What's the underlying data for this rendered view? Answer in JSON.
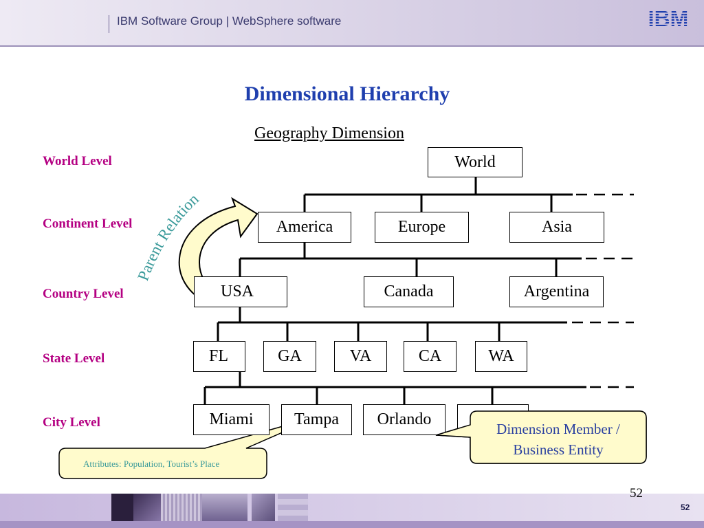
{
  "header": {
    "text": "IBM Software Group | WebSphere software",
    "logo": "IBM"
  },
  "title": "Dimensional Hierarchy",
  "subtitle": "Geography Dimension",
  "levels": [
    "World Level",
    "Continent Level",
    "Country Level",
    "State Level",
    "City Level"
  ],
  "nodes": {
    "world": "World",
    "america": "America",
    "europe": "Europe",
    "asia": "Asia",
    "usa": "USA",
    "canada": "Canada",
    "argentina": "Argentina",
    "fl": "FL",
    "ga": "GA",
    "va": "VA",
    "ca": "CA",
    "wa": "WA",
    "miami": "Miami",
    "tampa": "Tampa",
    "orlando": "Orlando"
  },
  "parent_relation": "Parent Relation",
  "callouts": {
    "attributes": "Attributes: Population, Tourist’s Place",
    "member_line1": "Dimension Member /",
    "member_line2": "Business Entity"
  },
  "slide_number": "52",
  "footer_number": "52",
  "colors": {
    "title": "#1f3fae",
    "level": "#b40082",
    "callout_fill": "#fffbcc",
    "arrow_fill": "#fffbcc",
    "arc_text": "#3a9a9a"
  }
}
